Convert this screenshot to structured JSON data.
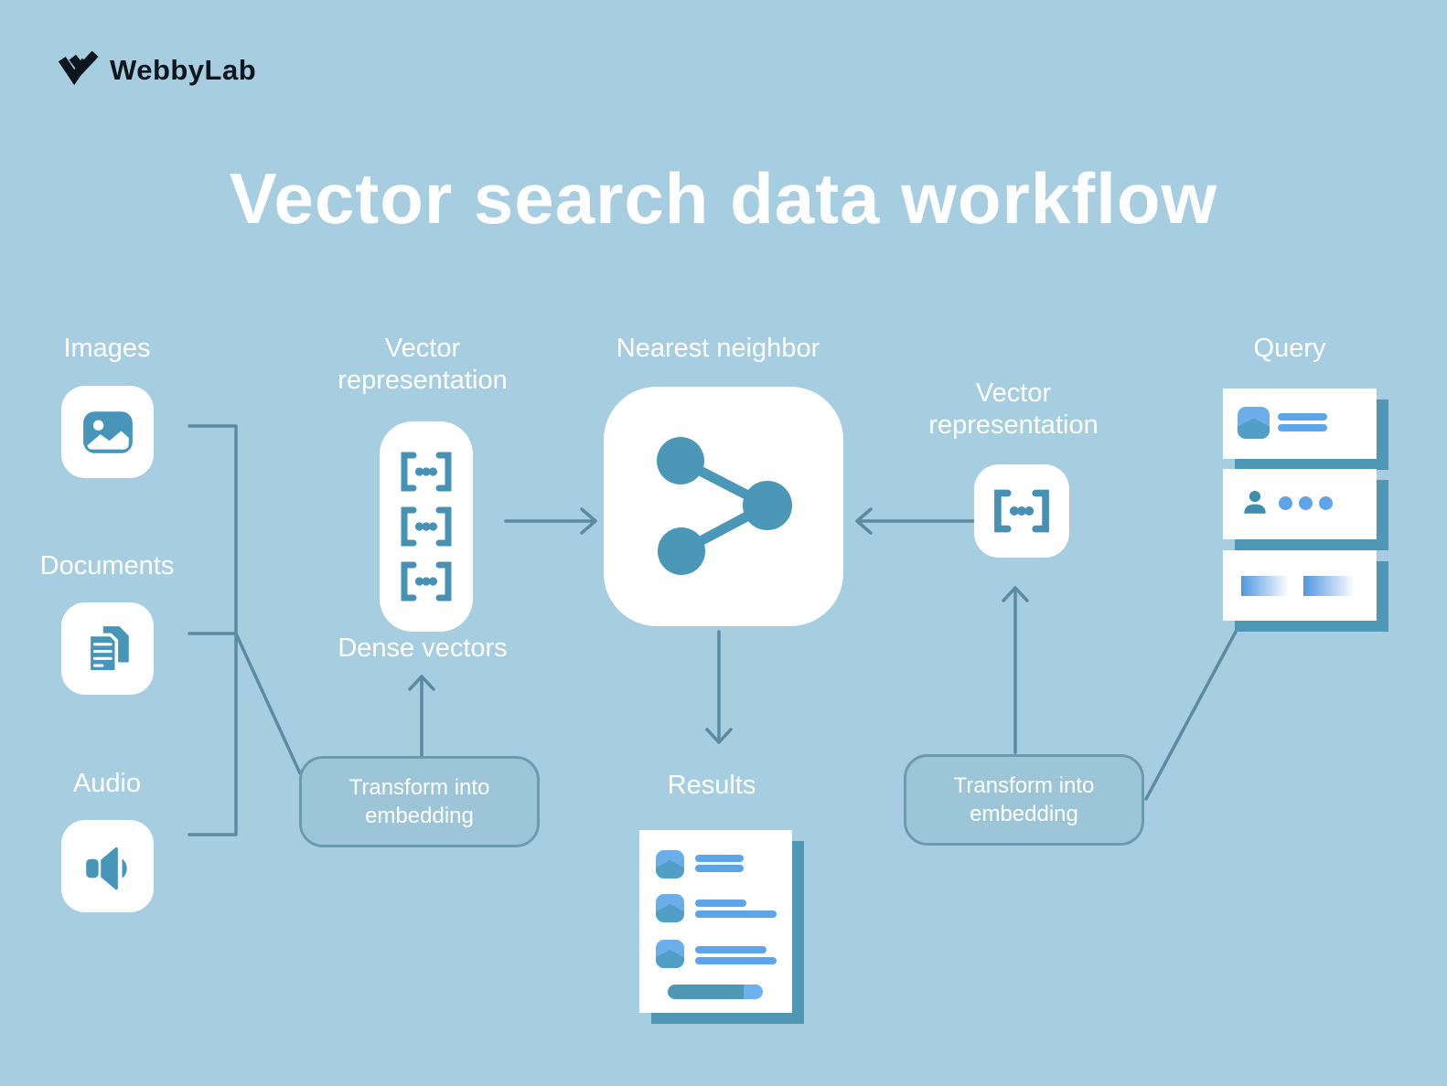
{
  "logo": {
    "text": "WebbyLab"
  },
  "title": "Vector search data workflow",
  "sources": {
    "images_label": "Images",
    "documents_label": "Documents",
    "audio_label": "Audio"
  },
  "dense": {
    "heading": "Vector representation",
    "caption": "Dense vectors"
  },
  "nearest_neighbor": {
    "heading": "Nearest neighbor"
  },
  "query_vector": {
    "heading": "Vector representation"
  },
  "query": {
    "heading": "Query"
  },
  "results": {
    "heading": "Results"
  },
  "transform_left": {
    "label": "Transform into embedding"
  },
  "transform_right": {
    "label": "Transform into embedding"
  },
  "icons": {
    "logo_mark": "webbylab-mark-icon",
    "sources": [
      "image-icon",
      "documents-icon",
      "audio-icon"
    ],
    "dense_vectors": "vector-brackets-icon",
    "nearest_neighbor": "graph-share-icon",
    "query_vector": "vector-brackets-icon",
    "query_cards": [
      "content-thumbnail-icon",
      "user-icon",
      "gradient-bars"
    ],
    "results_rows": "content-thumbnail-icon"
  },
  "colors": {
    "background": "#a6cde0",
    "teal_icon": "#4795b8",
    "bracket_teal": "#4791b4",
    "light_blue": "#5ea4e8",
    "connector": "#5d8aa0",
    "shadow_teal": "#4e98b6",
    "transform_fill": "#9cc6d8",
    "transform_border": "#6e9aad",
    "text": "#ffffff",
    "logo": "#0c161c"
  }
}
